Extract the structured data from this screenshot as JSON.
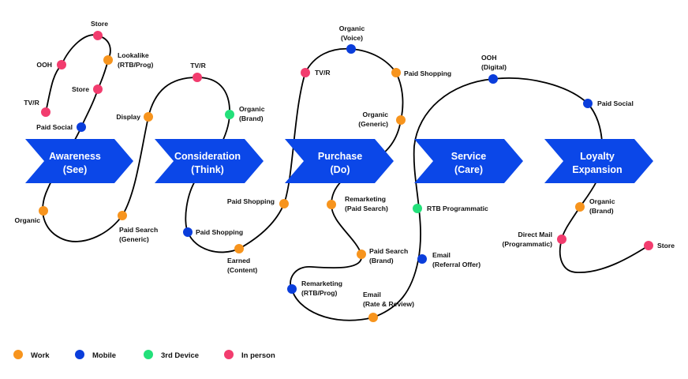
{
  "colors": {
    "work": "#F7941D",
    "mobile": "#0A3DDB",
    "third_device": "#23E07A",
    "in_person": "#F23C6E",
    "chevron": "#0B47E8",
    "path": "#000000"
  },
  "stages": [
    {
      "line1": "Awareness",
      "line2": "(See)"
    },
    {
      "line1": "Consideration",
      "line2": "(Think)"
    },
    {
      "line1": "Purchase",
      "line2": "(Do)"
    },
    {
      "line1": "Service",
      "line2": "(Care)"
    },
    {
      "line1": "Loyalty",
      "line2": "Expansion"
    }
  ],
  "touchpoints": [
    {
      "lines": [
        "Store"
      ],
      "type": "in_person"
    },
    {
      "lines": [
        "OOH"
      ],
      "type": "in_person"
    },
    {
      "lines": [
        "Lookalike",
        "(RTB/Prog)"
      ],
      "type": "work"
    },
    {
      "lines": [
        "Store"
      ],
      "type": "in_person"
    },
    {
      "lines": [
        "TV/R"
      ],
      "type": "in_person"
    },
    {
      "lines": [
        "Paid Social"
      ],
      "type": "mobile"
    },
    {
      "lines": [
        "Organic"
      ],
      "type": "work"
    },
    {
      "lines": [
        "Paid Search",
        "(Generic)"
      ],
      "type": "work"
    },
    {
      "lines": [
        "Display"
      ],
      "type": "work"
    },
    {
      "lines": [
        "TV/R"
      ],
      "type": "in_person"
    },
    {
      "lines": [
        "Organic",
        "(Brand)"
      ],
      "type": "third_device"
    },
    {
      "lines": [
        "Paid Shopping"
      ],
      "type": "mobile"
    },
    {
      "lines": [
        "Earned",
        "(Content)"
      ],
      "type": "work"
    },
    {
      "lines": [
        "Paid Shopping"
      ],
      "type": "work"
    },
    {
      "lines": [
        "TV/R"
      ],
      "type": "in_person"
    },
    {
      "lines": [
        "Organic",
        "(Voice)"
      ],
      "type": "mobile"
    },
    {
      "lines": [
        "Paid Shopping"
      ],
      "type": "work"
    },
    {
      "lines": [
        "Organic",
        "(Generic)"
      ],
      "type": "work"
    },
    {
      "lines": [
        "Remarketing",
        "(Paid Search)"
      ],
      "type": "work"
    },
    {
      "lines": [
        "Paid Search",
        "(Brand)"
      ],
      "type": "work"
    },
    {
      "lines": [
        "Remarketing",
        "(RTB/Prog)"
      ],
      "type": "mobile"
    },
    {
      "lines": [
        "Email",
        "(Rate & Review)"
      ],
      "type": "work"
    },
    {
      "lines": [
        "OOH",
        "(Digital)"
      ],
      "type": "mobile"
    },
    {
      "lines": [
        "RTB Programmatic"
      ],
      "type": "third_device"
    },
    {
      "lines": [
        "Email",
        "(Referral Offer)"
      ],
      "type": "mobile"
    },
    {
      "lines": [
        "Paid Social"
      ],
      "type": "mobile"
    },
    {
      "lines": [
        "Organic",
        "(Brand)"
      ],
      "type": "work"
    },
    {
      "lines": [
        "Direct Mail",
        "(Programmatic)"
      ],
      "type": "in_person"
    },
    {
      "lines": [
        "Store"
      ],
      "type": "in_person"
    }
  ],
  "legend": [
    {
      "label": "Work",
      "type": "work"
    },
    {
      "label": "Mobile",
      "type": "mobile"
    },
    {
      "label": "3rd Device",
      "type": "third_device"
    },
    {
      "label": "In person",
      "type": "in_person"
    }
  ]
}
